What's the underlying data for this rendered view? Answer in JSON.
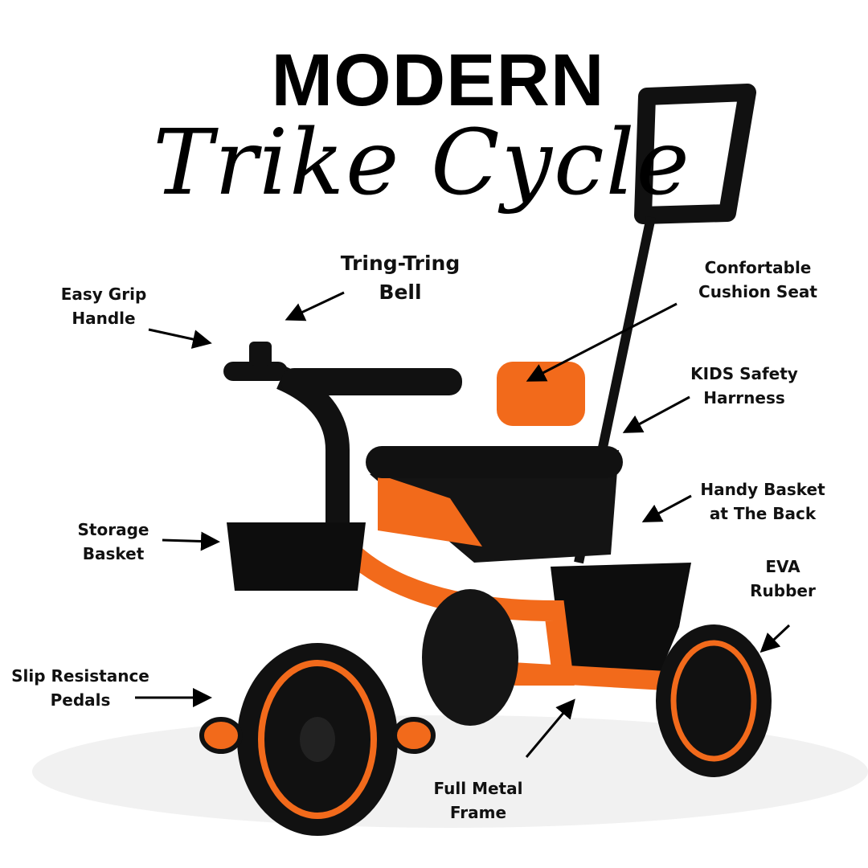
{
  "title": {
    "line1": "MODERN",
    "line2": "Trike Cycle"
  },
  "labels": {
    "bell": [
      "Tring-Tring",
      "Bell"
    ],
    "grip": [
      "Easy Grip",
      "Handle"
    ],
    "seat": [
      "Confortable",
      "Cushion Seat"
    ],
    "harness": [
      "KIDS Safety",
      "Harrness"
    ],
    "back_basket": [
      "Handy Basket",
      "at The Back"
    ],
    "eva": [
      "EVA",
      "Rubber"
    ],
    "storage": [
      "Storage",
      "Basket"
    ],
    "pedals": [
      "Slip Resistance",
      "Pedals"
    ],
    "frame": [
      "Full Metal",
      "Frame"
    ]
  },
  "colors": {
    "frame": "#f26a1b",
    "plastic": "#111111",
    "text": "#111111",
    "background": "#ffffff"
  }
}
